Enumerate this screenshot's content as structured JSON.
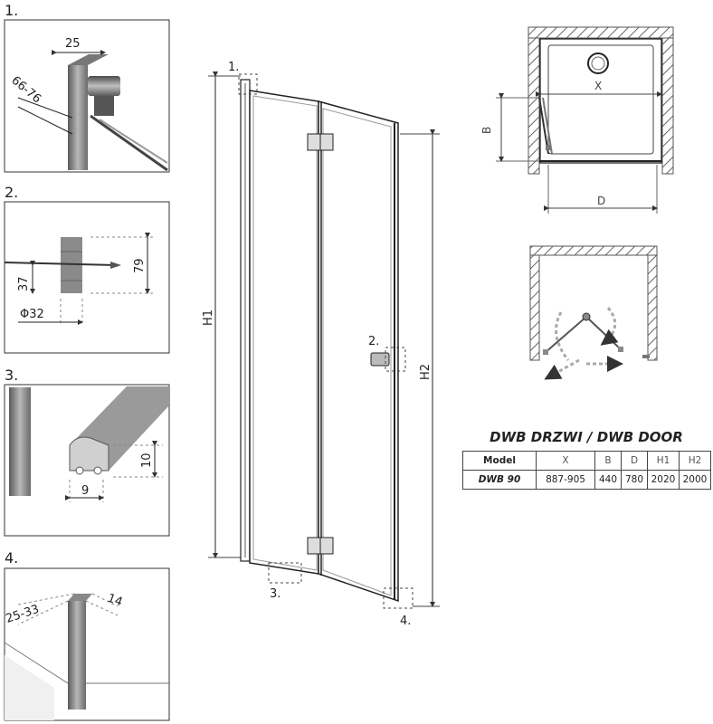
{
  "details": [
    {
      "number": "1.",
      "dims": [
        "25",
        "66-76"
      ]
    },
    {
      "number": "2.",
      "dims": [
        "79",
        "37",
        "Φ32"
      ]
    },
    {
      "number": "3.",
      "dims": [
        "10",
        "9"
      ]
    },
    {
      "number": "4.",
      "dims": [
        "25-33",
        "14"
      ]
    }
  ],
  "door": {
    "callouts": [
      "1.",
      "2.",
      "3.",
      "4."
    ],
    "height_labels": [
      "H1",
      "H2"
    ]
  },
  "plan_view": {
    "labels": [
      "X",
      "B",
      "D"
    ]
  },
  "spec": {
    "title": "DWB DRZWI / DWB DOOR",
    "headers": [
      "Model",
      "X",
      "B",
      "D",
      "H1",
      "H2"
    ],
    "rows": [
      [
        "DWB 90",
        "887-905",
        "440",
        "780",
        "2020",
        "2000"
      ]
    ]
  }
}
